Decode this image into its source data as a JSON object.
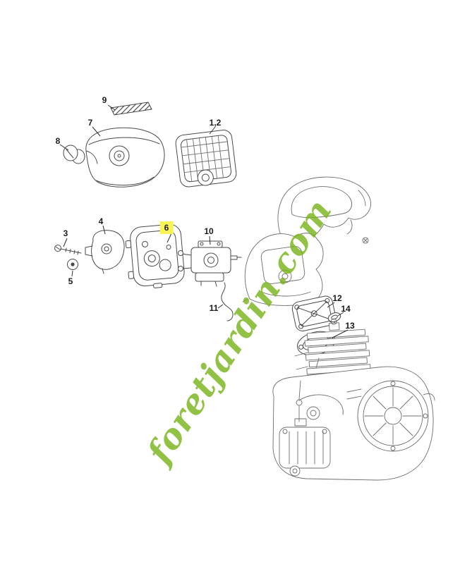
{
  "watermark": {
    "text": "foretjardin.com",
    "color": "#7ab41d"
  },
  "highlight_color": "#f9f456",
  "callouts": [
    {
      "label": "9"
    },
    {
      "label": "7"
    },
    {
      "label": "8"
    },
    {
      "label": "1,2"
    },
    {
      "label": "4"
    },
    {
      "label": "3"
    },
    {
      "label": "5"
    },
    {
      "label": "6",
      "highlighted": true
    },
    {
      "label": "10"
    },
    {
      "label": "11"
    },
    {
      "label": "12"
    },
    {
      "label": "14"
    },
    {
      "label": "13"
    }
  ]
}
